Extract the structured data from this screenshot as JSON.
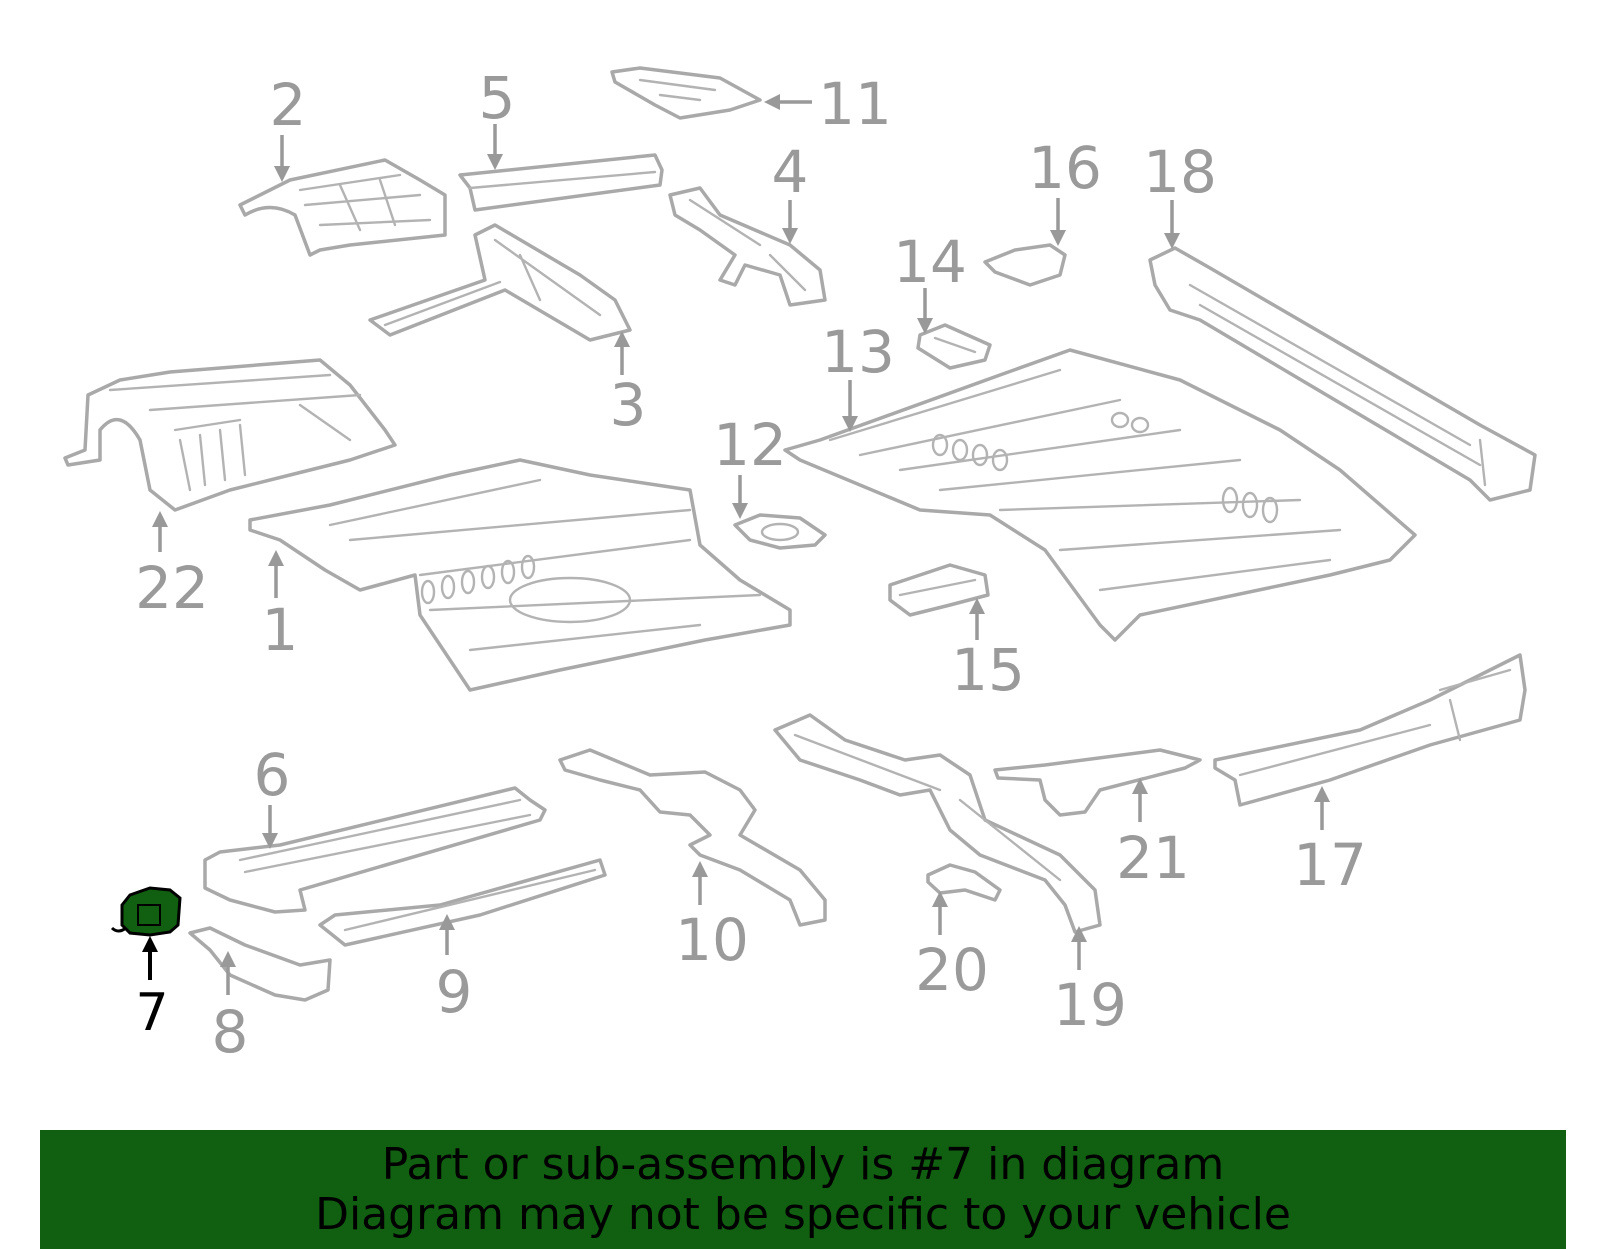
{
  "diagram": {
    "highlight_color": "#116011",
    "callouts": {
      "c1": "1",
      "c2": "2",
      "c3": "3",
      "c4": "4",
      "c5": "5",
      "c6": "6",
      "c7": "7",
      "c8": "8",
      "c9": "9",
      "c10": "10",
      "c11": "11",
      "c12": "12",
      "c13": "13",
      "c14": "14",
      "c15": "15",
      "c16": "16",
      "c17": "17",
      "c18": "18",
      "c19": "19",
      "c20": "20",
      "c21": "21",
      "c22": "22"
    },
    "highlighted_part": "7"
  },
  "banner": {
    "background": "#116011",
    "line1": "Part or sub-assembly is #7 in diagram",
    "line2": "Diagram may not be specific to your vehicle"
  }
}
